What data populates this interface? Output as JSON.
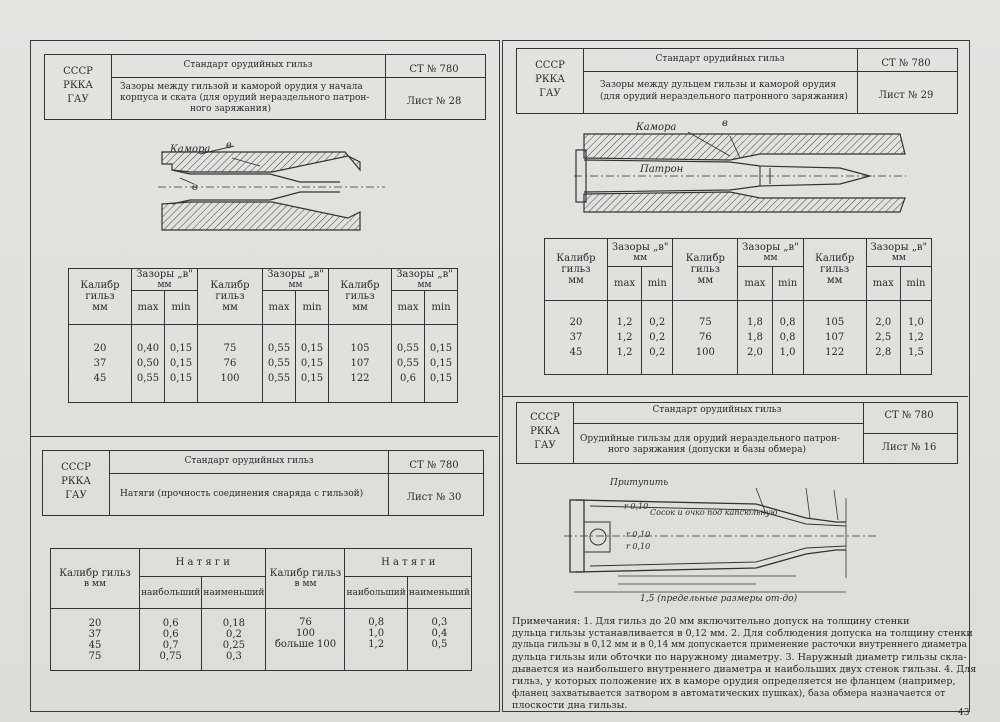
{
  "left_top": {
    "org": [
      "СССР",
      "РККА",
      "ГАУ"
    ],
    "standard_title": "Стандарт орудийных гильз",
    "subject": [
      "Зазоры между гильзой и каморой орудия у начала",
      "корпуса и ската (для орудий нераздельного патрон-",
      "ного заряжания)"
    ],
    "st_no": "СТ № 780",
    "sheet": "Лист № 28",
    "drawing_labels": {
      "chamber": "Камора",
      "b1": "в",
      "b2": "в"
    },
    "table": {
      "h_caliber": [
        "Калибр",
        "гильз",
        "мм"
      ],
      "h_gaps": "Зазоры „в\"",
      "h_mm": "мм",
      "h_max": "max",
      "h_min": "min",
      "groups": [
        {
          "rows": [
            [
              "20",
              "0,40",
              "0,15"
            ],
            [
              "37",
              "0,50",
              "0,15"
            ],
            [
              "45",
              "0,55",
              "0,15"
            ]
          ]
        },
        {
          "rows": [
            [
              "75",
              "0,55",
              "0,15"
            ],
            [
              "76",
              "0,55",
              "0,15"
            ],
            [
              "100",
              "0,55",
              "0,15"
            ]
          ]
        },
        {
          "rows": [
            [
              "105",
              "0,55",
              "0,15"
            ],
            [
              "107",
              "0,55",
              "0,15"
            ],
            [
              "122",
              "0,6",
              "0,15"
            ]
          ]
        }
      ]
    }
  },
  "right_top": {
    "org": [
      "СССР",
      "РККА",
      "ГАУ"
    ],
    "standard_title": "Стандарт орудийных гильз",
    "subject": [
      "Зазоры между дульцем гильзы и каморой орудия",
      "(для орудий нераздельного патронного заряжания)"
    ],
    "st_no": "СТ № 780",
    "sheet": "Лист № 29",
    "drawing_labels": {
      "chamber": "Камора",
      "b": "в",
      "cartridge": "Патрон"
    },
    "table": {
      "h_caliber": [
        "Калибр",
        "гильз",
        "мм"
      ],
      "h_gaps": "Зазоры „в\"",
      "h_mm": "мм",
      "h_max": "max",
      "h_min": "min",
      "groups": [
        {
          "rows": [
            [
              "20",
              "1,2",
              "0,2"
            ],
            [
              "37",
              "1,2",
              "0,2"
            ],
            [
              "45",
              "1,2",
              "0,2"
            ]
          ]
        },
        {
          "rows": [
            [
              "75",
              "1,8",
              "0,8"
            ],
            [
              "76",
              "1,8",
              "0,8"
            ],
            [
              "100",
              "2,0",
              "1,0"
            ]
          ]
        },
        {
          "rows": [
            [
              "105",
              "2,0",
              "1,0"
            ],
            [
              "107",
              "2,5",
              "1,2"
            ],
            [
              "122",
              "2,8",
              "1,5"
            ]
          ]
        }
      ]
    }
  },
  "left_bottom": {
    "org": [
      "СССР",
      "РККА",
      "ГАУ"
    ],
    "standard_title": "Стандарт орудийных гильз",
    "subject": "Натяги (прочность соединения снаряда с гильзой)",
    "st_no": "СТ № 780",
    "sheet": "Лист № 30",
    "table": {
      "h_caliber": [
        "Калибр гильз",
        "в мм"
      ],
      "h_tension": "Н а т я г и",
      "h_max": "наибольший",
      "h_min": "наименьший",
      "groups": [
        {
          "cal": [
            "20",
            "37",
            "45",
            "75"
          ],
          "max": [
            "0,6",
            "0,6",
            "0,7",
            "0,75"
          ],
          "min": [
            "0,18",
            "0,2",
            "0,25",
            "0,3"
          ]
        },
        {
          "cal": [
            "76",
            "100",
            "больше 100"
          ],
          "max": [
            "0,8",
            "1,0",
            "1,2"
          ],
          "min": [
            "0,3",
            "0,4",
            "0,5"
          ]
        }
      ]
    }
  },
  "right_bottom": {
    "org": [
      "СССР",
      "РККА",
      "ГАУ"
    ],
    "standard_title": "Стандарт орудийных гильз",
    "subject": [
      "Орудийные гильзы для орудий нераздельного патрон-",
      "ного заряжания (допуски и базы обмера)"
    ],
    "st_no": "СТ № 780",
    "sheet": "Лист № 16",
    "drawing_labels": {
      "blunt": "Притупить",
      "bevel": "Сосок и очко под капсюльную",
      "r1": "r 0,10",
      "r2": "r 0,10",
      "r3": "r 0,10",
      "bottom": "1,5 (предельные размеры от-до)"
    },
    "notes": [
      "Примечания: 1. Для гильз до 20 мм включительно допуск на толщину стенки",
      "дульца гильзы устанавливается в 0,12 мм. 2. Для соблюдения допуска на толщину стенки",
      "дульца гильзы в 0,12 мм и в 0,14 мм допускается применение расточки внутреннего диаметра",
      "дульца гильзы или обточки по наружному диаметру. 3. Наружный диаметр гильзы скла-",
      "дывается из наибольшего внутреннего диаметра и наибольших двух стенок гильзы. 4. Для",
      "гильз, у которых положение их в каморе орудия определяется не фланцем (например,",
      "фланец захватывается затвором в автоматических пушках), база обмера назначается от",
      "плоскости дна гильзы."
    ]
  },
  "page_number": "43"
}
